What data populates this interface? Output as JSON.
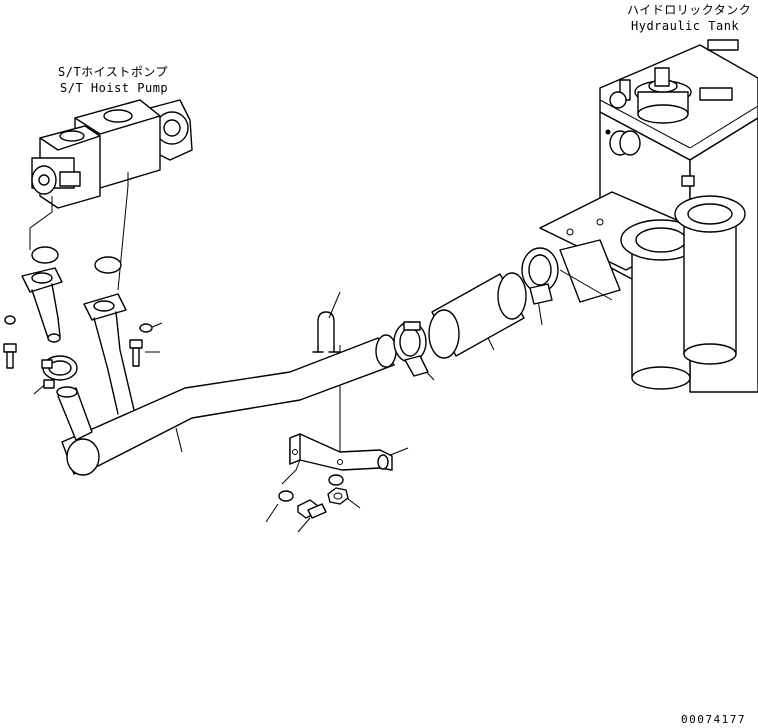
{
  "labels": {
    "tank_jp": "ハイドロリックタンク",
    "tank_en": "Hydraulic Tank",
    "pump_jp": "S/Tホイストポンプ",
    "pump_en": "S/T Hoist Pump",
    "drawing_number": "00074177"
  }
}
